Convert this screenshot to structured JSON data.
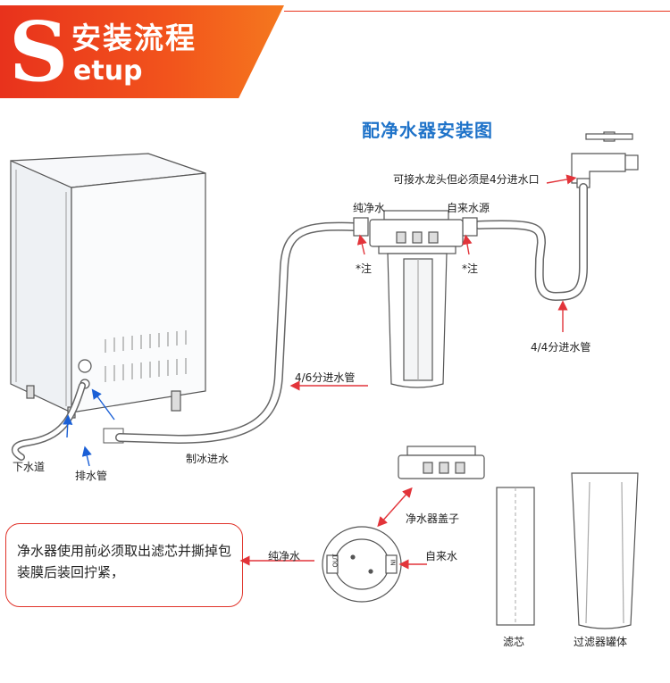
{
  "header": {
    "initial": "S",
    "title_cn": "安装流程",
    "title_en": "etup"
  },
  "diagram_title": "配净水器安装图",
  "labels": {
    "faucet_note": "可接水龙头但必须是4分进水口",
    "pure_water_top": "纯净水",
    "tap_water_top": "自来水源",
    "note_left": "*注",
    "note_right": "*注",
    "inlet_44": "4/4分进水管",
    "inlet_46": "4/6分进水管",
    "drain": "下水道",
    "drain_pipe": "排水管",
    "ice_inlet": "制冰进水",
    "filter_cap": "净水器盖子",
    "pure_water_bottom": "纯净水",
    "tap_water_bottom": "自来水",
    "filter_core": "滤芯",
    "filter_housing": "过滤器罐体",
    "out_mark": "OUT",
    "in_mark": "IN"
  },
  "note": {
    "text": "净水器使用前必须取出滤芯并撕掉包装膜后装回拧紧，"
  },
  "colors": {
    "accent_red": "#e8321c",
    "title_blue": "#1f73c9",
    "arrow_blue": "#1a5fd6",
    "arrow_red": "#e2343a"
  }
}
